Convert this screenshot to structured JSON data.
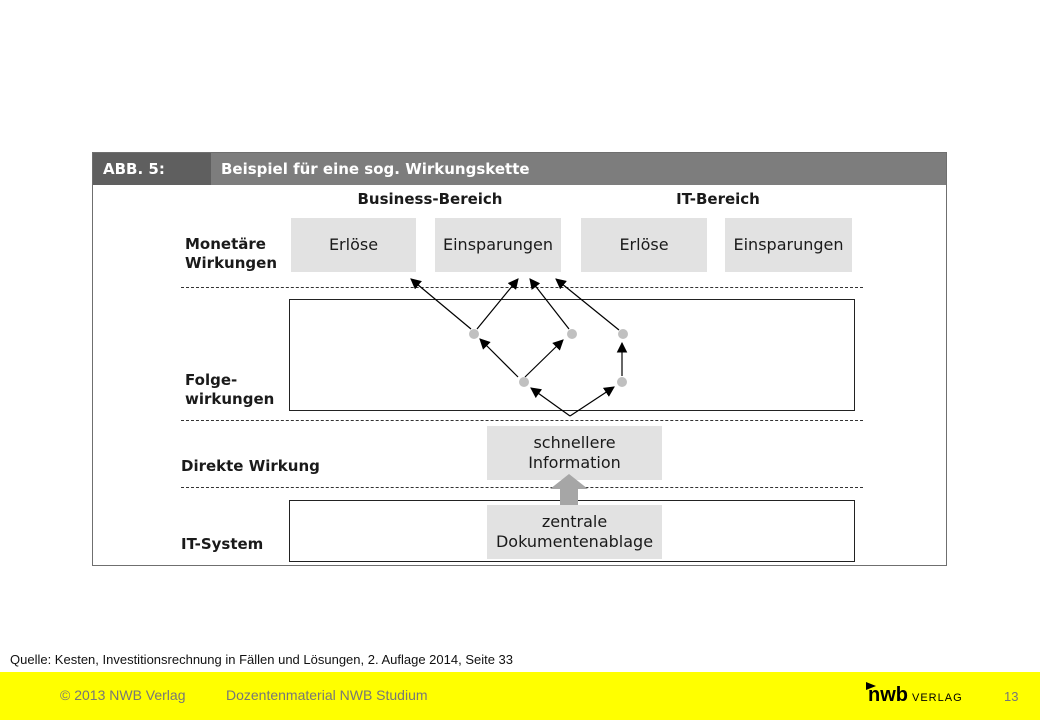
{
  "figure": {
    "number": "ABB. 5:",
    "title": "Beispiel für eine sog. Wirkungskette",
    "columns": [
      "Business-Bereich",
      "IT-Bereich"
    ],
    "rows": {
      "monetary": [
        "Monetäre",
        "Wirkungen"
      ],
      "follow": [
        "Folge-",
        "wirkungen"
      ],
      "direct": "Direkte Wirkung",
      "system": "IT-System"
    },
    "boxes": {
      "business_revenue": "Erlöse",
      "business_savings": "Einsparungen",
      "it_revenue": "Erlöse",
      "it_savings": "Einsparungen",
      "direct_effect": [
        "schnellere",
        "Information"
      ],
      "it_system": [
        "zentrale",
        "Dokumentenablage"
      ]
    },
    "colors": {
      "box_fill": "#e2e2e2",
      "header_bg": "#7d7d7d",
      "header_num_bg": "#5f5f5f",
      "node": "#c0c0c0",
      "arrow": "#000000",
      "big_arrow": "#a6a6a6"
    }
  },
  "source": "Quelle: Kesten, Investitionsrechnung in Fällen und Lösungen, 2. Auflage 2014, Seite 33",
  "footer": {
    "copyright": "© 2013 NWB Verlag",
    "course": "Dozentenmaterial NWB Studium",
    "page_number": "13",
    "logo_main": "nwb",
    "logo_sub": "VERLAG",
    "background": "#ffff00"
  }
}
